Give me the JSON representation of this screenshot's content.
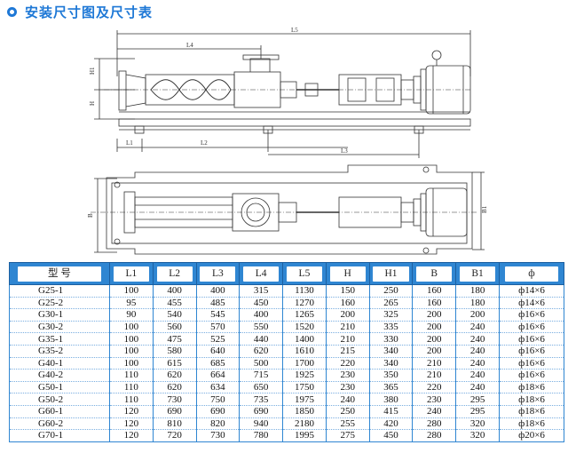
{
  "header": {
    "title": "安装尺寸图及尺寸表"
  },
  "drawing": {
    "labels": {
      "L5": "L5",
      "L4": "L4",
      "H1": "H1",
      "H": "H",
      "L1": "L1",
      "L2": "L2",
      "L3": "L3",
      "B": "B",
      "B1": "B1"
    }
  },
  "table": {
    "headers": [
      "型 号",
      "L1",
      "L2",
      "L3",
      "L4",
      "L5",
      "H",
      "H1",
      "B",
      "B1",
      "ф"
    ],
    "rows": [
      [
        "G25-1",
        "100",
        "400",
        "400",
        "315",
        "1130",
        "150",
        "250",
        "160",
        "180",
        "ф14×6"
      ],
      [
        "G25-2",
        "95",
        "455",
        "485",
        "450",
        "1270",
        "160",
        "265",
        "160",
        "180",
        "ф14×6"
      ],
      [
        "G30-1",
        "90",
        "540",
        "545",
        "400",
        "1265",
        "200",
        "325",
        "200",
        "200",
        "ф16×6"
      ],
      [
        "G30-2",
        "100",
        "560",
        "570",
        "550",
        "1520",
        "210",
        "335",
        "200",
        "240",
        "ф16×6"
      ],
      [
        "G35-1",
        "100",
        "475",
        "525",
        "440",
        "1400",
        "210",
        "330",
        "200",
        "240",
        "ф16×6"
      ],
      [
        "G35-2",
        "100",
        "580",
        "640",
        "620",
        "1610",
        "215",
        "340",
        "200",
        "240",
        "ф16×6"
      ],
      [
        "G40-1",
        "100",
        "615",
        "685",
        "500",
        "1700",
        "220",
        "340",
        "210",
        "240",
        "ф16×6"
      ],
      [
        "G40-2",
        "110",
        "620",
        "664",
        "715",
        "1925",
        "230",
        "350",
        "210",
        "240",
        "ф16×6"
      ],
      [
        "G50-1",
        "110",
        "620",
        "634",
        "650",
        "1750",
        "230",
        "365",
        "220",
        "240",
        "ф18×6"
      ],
      [
        "G50-2",
        "110",
        "730",
        "750",
        "735",
        "1975",
        "240",
        "380",
        "230",
        "295",
        "ф18×6"
      ],
      [
        "G60-1",
        "120",
        "690",
        "690",
        "690",
        "1850",
        "250",
        "415",
        "240",
        "295",
        "ф18×6"
      ],
      [
        "G60-2",
        "120",
        "810",
        "820",
        "940",
        "2180",
        "255",
        "420",
        "280",
        "320",
        "ф18×6"
      ],
      [
        "G70-1",
        "120",
        "720",
        "730",
        "780",
        "1995",
        "275",
        "450",
        "280",
        "320",
        "ф20×6"
      ]
    ]
  }
}
